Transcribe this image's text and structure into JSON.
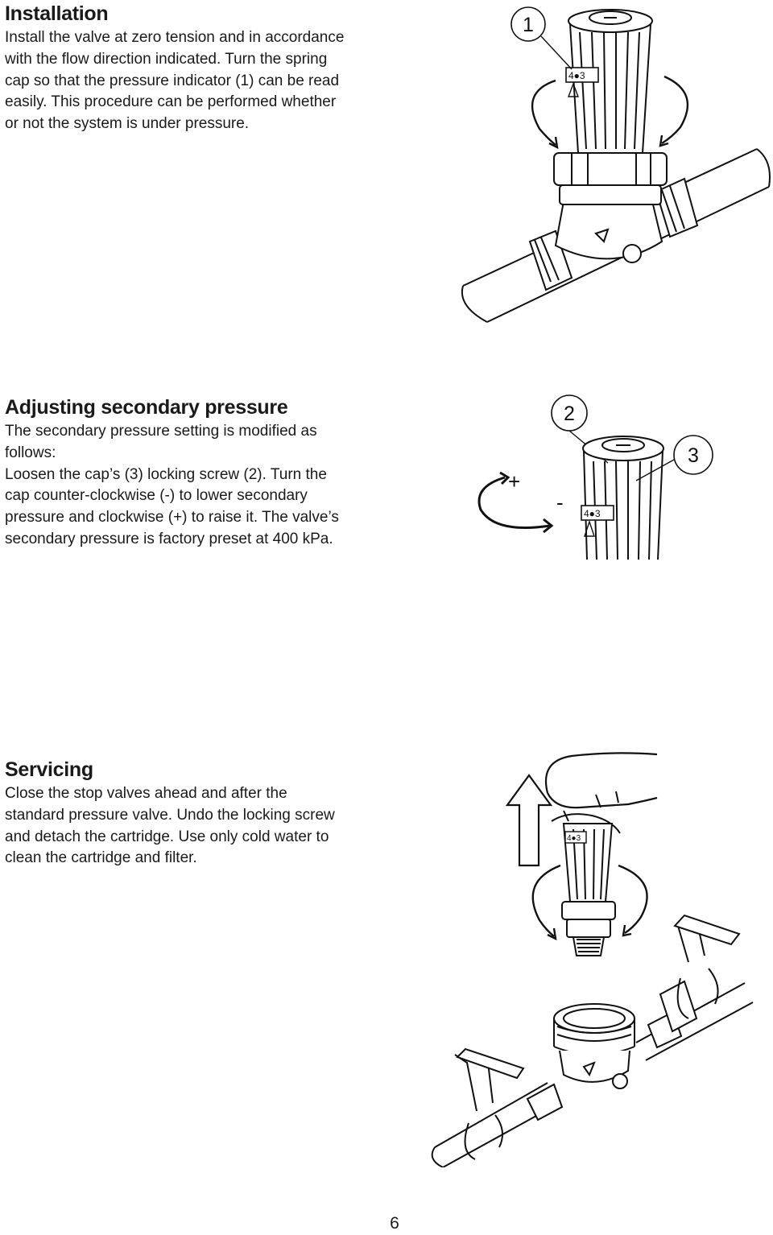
{
  "installation": {
    "title": "Installation",
    "lines": [
      "Install the valve at zero tension and in accordance",
      "with the flow direction indicated. Turn the spring",
      "cap so that the pressure indicator (1) can be read",
      "easily. This procedure can be performed whether",
      "or not the system is under pressure."
    ],
    "figure": {
      "callout": "1",
      "indicator": "4●3"
    }
  },
  "adjusting": {
    "title": "Adjusting secondary pressure",
    "lines": [
      "The secondary pressure setting is modified as",
      "follows:",
      "Loosen the cap’s (3) locking screw (2). Turn the",
      "cap counter-clockwise (-) to lower secondary",
      "pressure and clockwise (+) to raise it. The valve’s",
      "secondary pressure is factory preset at 400 kPa."
    ],
    "figure": {
      "callout_screw": "2",
      "callout_cap": "3",
      "plus": "+",
      "minus": "-",
      "indicator": "4●3"
    }
  },
  "servicing": {
    "title": "Servicing",
    "lines": [
      "Close the stop valves ahead and after the",
      "standard pressure valve. Undo the locking screw",
      "and detach the cartridge. Use only cold water to",
      "clean the cartridge and filter."
    ],
    "figure": {
      "indicator": "4●3"
    }
  },
  "page_number": "6"
}
